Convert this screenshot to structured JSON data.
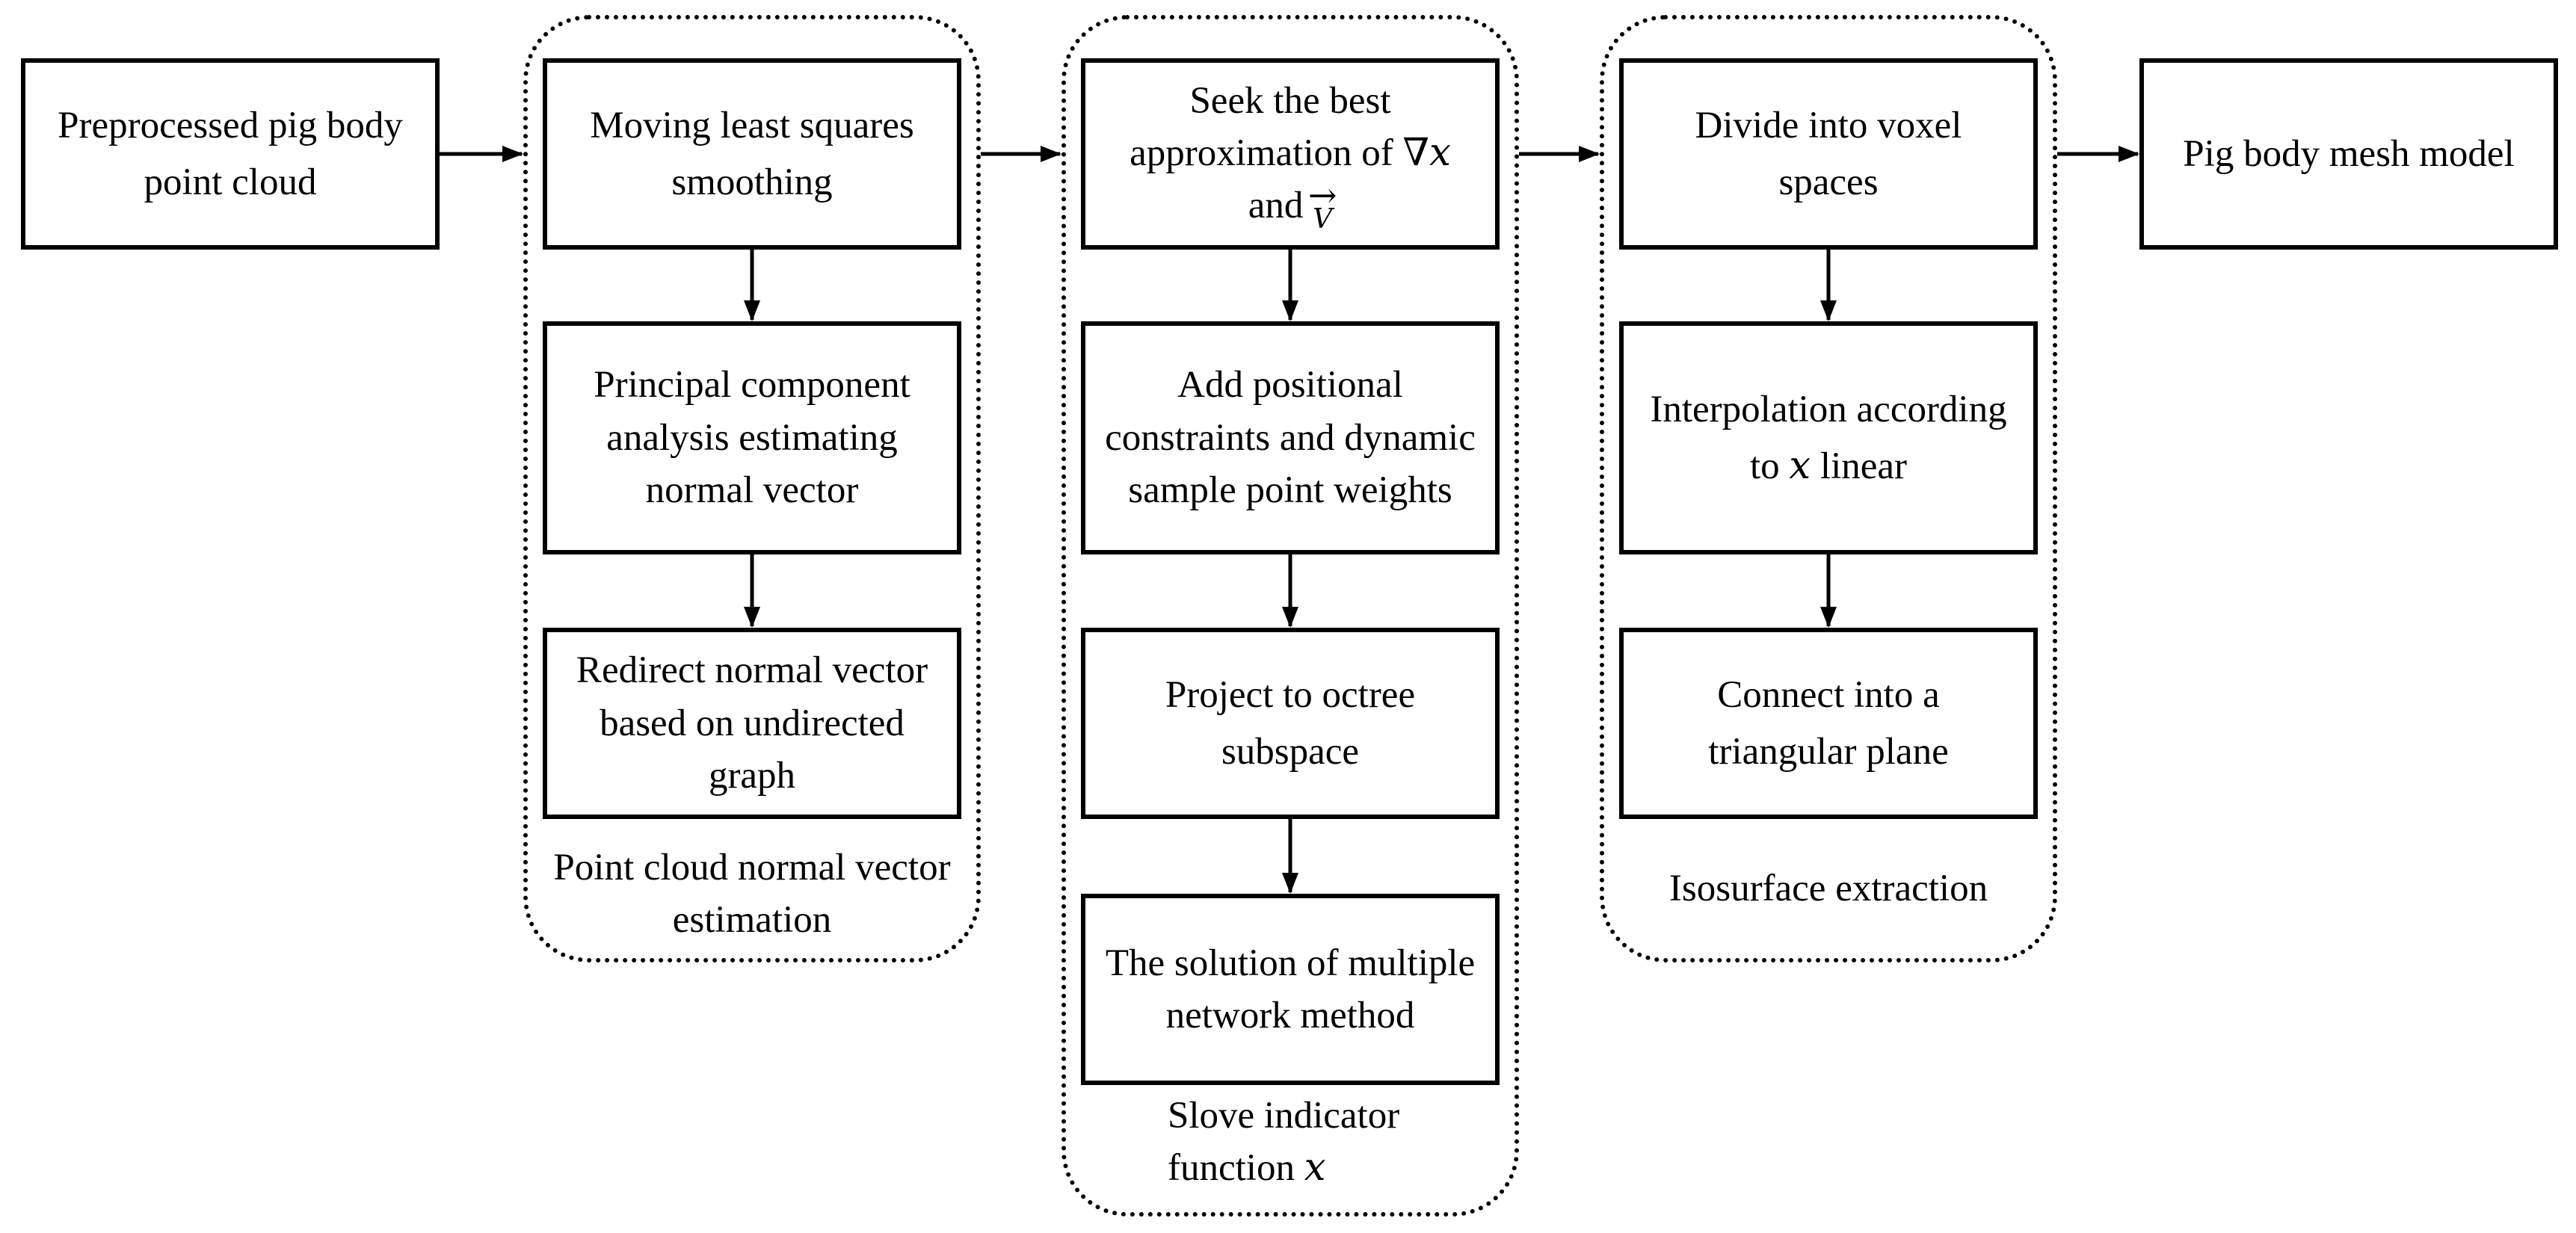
{
  "nodes": {
    "input": "Preprocessed pig body point cloud",
    "mls": "Moving least squares smoothing",
    "pca": "Principal component analysis estimating normal vector",
    "redirect": "Redirect normal vector based on undirected graph",
    "seek": {
      "line1": "Seek the best",
      "line2": "approximation of",
      "sym_grad": "∇x",
      "and": "and",
      "sym_v": "V",
      "arrow": "→"
    },
    "constraints": "Add positional constraints and dynamic sample point weights",
    "project": "Project to octree subspace",
    "solution": "The solution of multiple network method",
    "voxel": "Divide into voxel spaces",
    "interp": {
      "text": "Interpolation according to",
      "var": "x",
      "suffix": "linear"
    },
    "connect": "Connect into a triangular plane",
    "output": "Pig body mesh model"
  },
  "groups": {
    "normal_estimation": "Point cloud normal vector estimation",
    "indicator": {
      "line1": "Slove indicator",
      "line2": "function",
      "var": "x"
    },
    "isosurface": "Isosurface extraction"
  }
}
